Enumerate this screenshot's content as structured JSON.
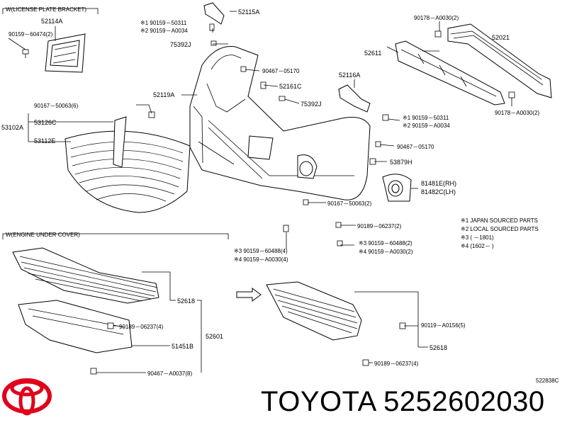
{
  "sections": {
    "license_plate_bracket": "W(LICENSE PLATE BRACKET)",
    "engine_under_cover": "W(ENGINE UNDER COVER)"
  },
  "labels": {
    "p52114A": "52114A",
    "p90159_60474": "90159－60474(2)",
    "p52115A": "52115A",
    "p90159_50311_a": "※1 90159－50311",
    "p90159_A0034_a": "※2 90159－A0034",
    "p75392J_a": "75392J",
    "p90178_A0030_top": "90178－A0030(2)",
    "p52021": "52021",
    "p52611": "52611",
    "p90467_05170_a": "90467－05170",
    "p52116A": "52116A",
    "p52119A": "52119A",
    "p52161C": "52161C",
    "p90167_50063_6": "90167－50063(6)",
    "p75392J_b": "75392J",
    "p90178_A0030_bot": "90178－A0030(2)",
    "p53126C": "53126C",
    "p53102A": "53102A",
    "p90159_50311_b": "※1 90159－50311",
    "p90159_A0034_b": "※2 90159－A0034",
    "p53112E": "53112E",
    "p90467_05170_b": "90467－05170",
    "p53879H": "53879H",
    "p81481E": "81481E(RH)",
    "p81482C": "81482C(LH)",
    "p90167_50063_2": "90167－50063(2)",
    "p90189_06237_2": "90189－06237(2)",
    "p90159_60488_4": "※3 90159－60488(4)",
    "p90159_A0030_4": "※4 90159－A0030(4)",
    "p90159_60488_2": "※3 90159－60488(2)",
    "p90159_A0030_2": "※4 90159－A0030(2)",
    "p52618_left": "52618",
    "p90189_06237_4_a": "90189－06237(4)",
    "p52601": "52601",
    "p51451B": "51451B",
    "p90467_A0037_8": "90467－A0037(8)",
    "p90119_A0156_5": "90119－A0156(5)",
    "p52618_right": "52618",
    "p90189_06237_4_b": "90189－06237(4)"
  },
  "notes": {
    "n1": "※1 JAPAN SOURCED PARTS",
    "n2": "※2 LOCAL SOURCED PARTS",
    "n3": "※3 (       －1801)",
    "n4": "※4 (1602－       )"
  },
  "diagram_code": "522838C",
  "brand": {
    "caption": "TOYOTA 5252602030",
    "logo_color": "#e0001b"
  }
}
